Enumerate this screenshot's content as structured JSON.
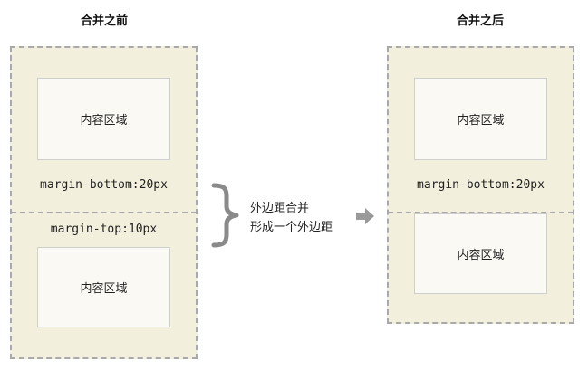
{
  "before": {
    "title": "合并之前",
    "top_box_label": "内容区域",
    "top_margin_label": "margin-bottom:20px",
    "bottom_margin_label": "margin-top:10px",
    "bottom_box_label": "内容区域"
  },
  "middle": {
    "note_line1": "外边距合并",
    "note_line2": "形成一个外边距",
    "brace_icon": "curly-brace-icon",
    "arrow_icon": "right-arrow-icon"
  },
  "after": {
    "title": "合并之后",
    "top_box_label": "内容区域",
    "margin_label": "margin-bottom:20px",
    "bottom_box_label": "内容区域"
  },
  "colors": {
    "outer_fill": "#f2efdc",
    "dashed_border": "#a9a9a9",
    "inner_fill": "#faf9f4",
    "brace": "#8a8a8a",
    "arrow": "#9a9a9a"
  }
}
